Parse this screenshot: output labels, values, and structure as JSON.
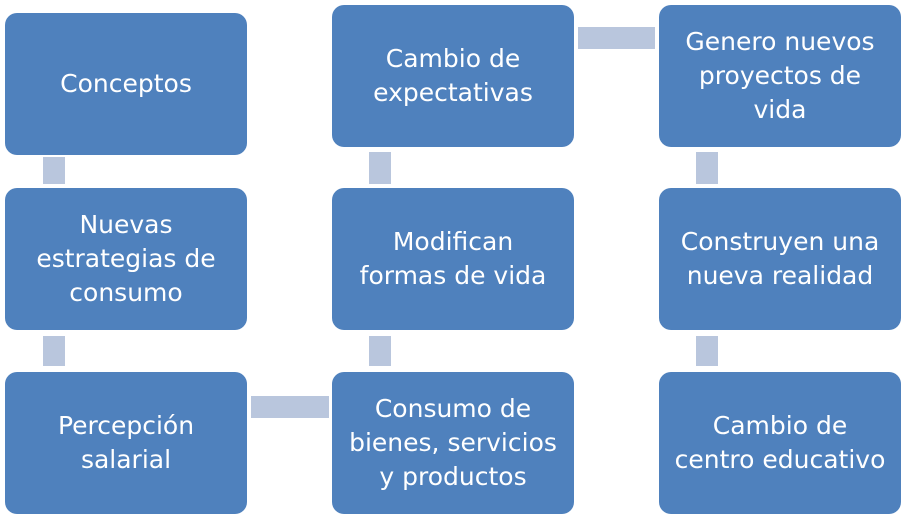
{
  "nodes": {
    "conceptos": "Conceptos",
    "nuevas_estrategias": "Nuevas\nestrategias de\nconsumo",
    "percepcion": "Percepción\nsalarial",
    "cambio_expectativas": "Cambio de\nexpectativas",
    "modifican": "Modifican\nformas de vida",
    "consumo": "Consumo de\nbienes, servicios\ny productos",
    "genero": "Genero nuevos\nproyectos de\nvida",
    "construyen": "Construyen una\nnueva realidad",
    "cambio_centro": "Cambio de\ncentro educativo"
  },
  "colors": {
    "box": "#4f81bd",
    "connector": "#b9c6dd",
    "text": "#ffffff"
  }
}
